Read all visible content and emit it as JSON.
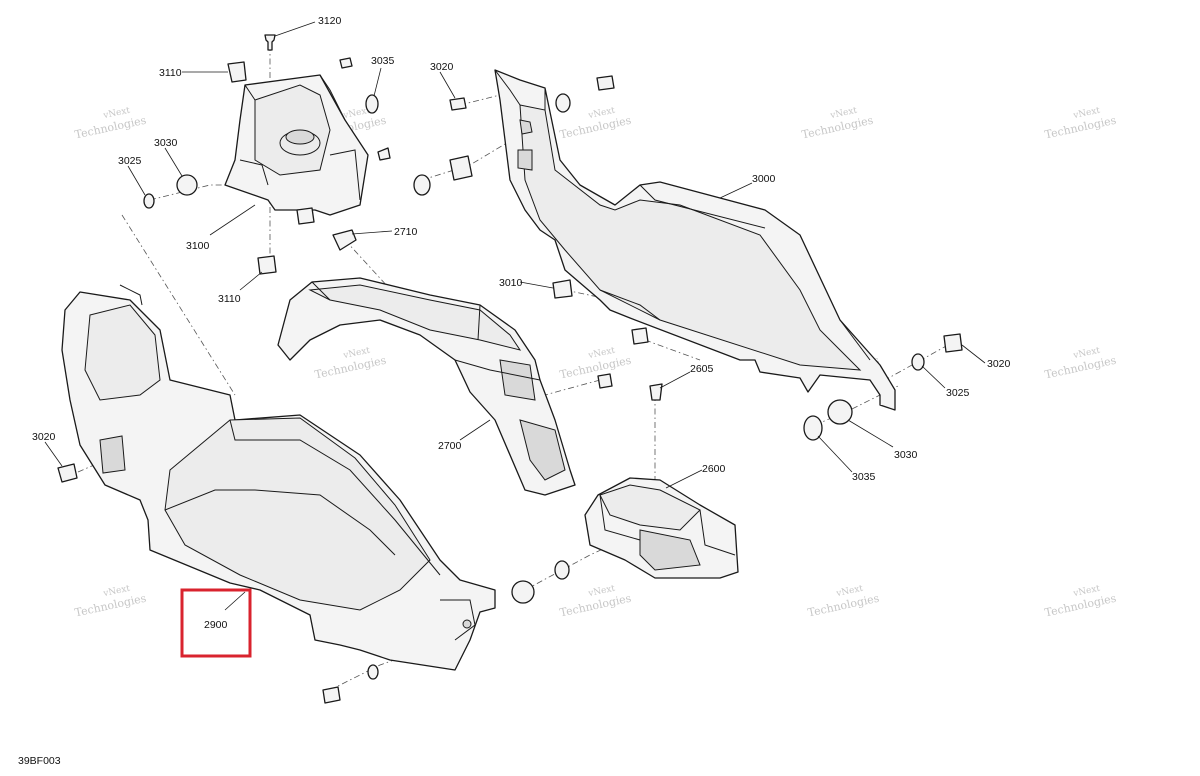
{
  "diagram": {
    "drawing_code": "39BF003",
    "watermark_line1": "vNext",
    "watermark_line2": "Technologies",
    "highlight_color": "#d9232e",
    "highlighted_callout": "2900",
    "callouts": {
      "c3120": "3120",
      "c3110_top": "3110",
      "c3035_top": "3035",
      "c3030_left": "3030",
      "c3025_left": "3025",
      "c3100": "3100",
      "c3110_bottom": "3110",
      "c2710": "2710",
      "c3020_top": "3020",
      "c3000": "3000",
      "c3010": "3010",
      "c2605": "2605",
      "c3020_right": "3020",
      "c3025_right": "3025",
      "c3030_right": "3030",
      "c3035_right": "3035",
      "c2700": "2700",
      "c2600": "2600",
      "c3020_left": "3020",
      "c2900": "2900"
    }
  }
}
